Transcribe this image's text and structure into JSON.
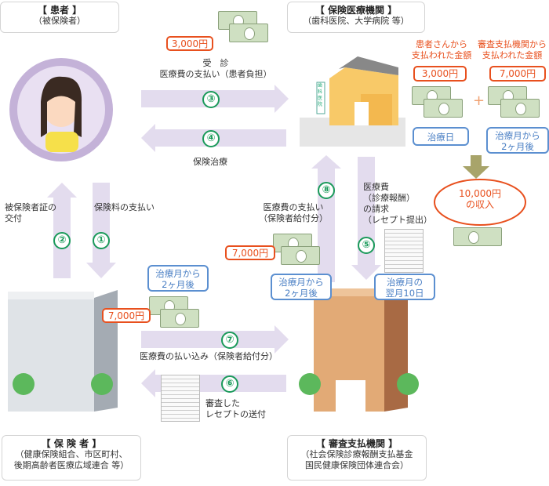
{
  "patient": {
    "title": "【 患者 】",
    "sub": "（被保険者）"
  },
  "provider": {
    "title": "【 保険医療機関 】",
    "sub": "（歯科医院、大学病院 等）"
  },
  "insurer": {
    "title": "【 保 険 者 】",
    "sub1": "（健康保険組合、市区町村、",
    "sub2": "後期高齢者医療広域連合 等）"
  },
  "review": {
    "title": "【 審査支払機関 】",
    "sub1": "（社会保険診療報酬支払基金",
    "sub2": "国民健康保険団体連合会）"
  },
  "clinic_sign": "歯科医院",
  "steps": {
    "s1": {
      "num": "①",
      "label": "保険料の支払い"
    },
    "s2": {
      "num": "②",
      "label1": "被保険者証の",
      "label2": "交付"
    },
    "s3": {
      "num": "③",
      "label1": "受　診",
      "label2": "医療費の支払い（患者負担）",
      "amount": "3,000円"
    },
    "s4": {
      "num": "④",
      "label": "保険治療"
    },
    "s5": {
      "num": "⑤",
      "label1": "医療費",
      "label2": "（診療報酬）",
      "label3": "の請求",
      "label4": "（レセプト提出）",
      "timing1": "治療月の",
      "timing2": "翌月10日"
    },
    "s6": {
      "num": "⑥",
      "label1": "審査した",
      "label2": "レセプトの送付"
    },
    "s7": {
      "num": "⑦",
      "label": "医療費の払い込み（保険者給付分）",
      "amount": "7,000円",
      "timing1": "治療月から",
      "timing2": "2ヶ月後"
    },
    "s8": {
      "num": "⑧",
      "label1": "医療費の支払い",
      "label2": "（保険者給付分）",
      "amount": "7,000円",
      "timing1": "治療月から",
      "timing2": "2ヶ月後"
    }
  },
  "income": {
    "from_patient1": "患者さんから",
    "from_patient2": "支払われた金額",
    "patient_amount": "3,000円",
    "patient_timing": "治療日",
    "from_review1": "審査支払機関から",
    "from_review2": "支払われた金額",
    "review_amount": "7,000円",
    "review_timing1": "治療月から",
    "review_timing2": "2ヶ月後",
    "plus": "+",
    "total1": "10,000円",
    "total2": "の収入"
  }
}
